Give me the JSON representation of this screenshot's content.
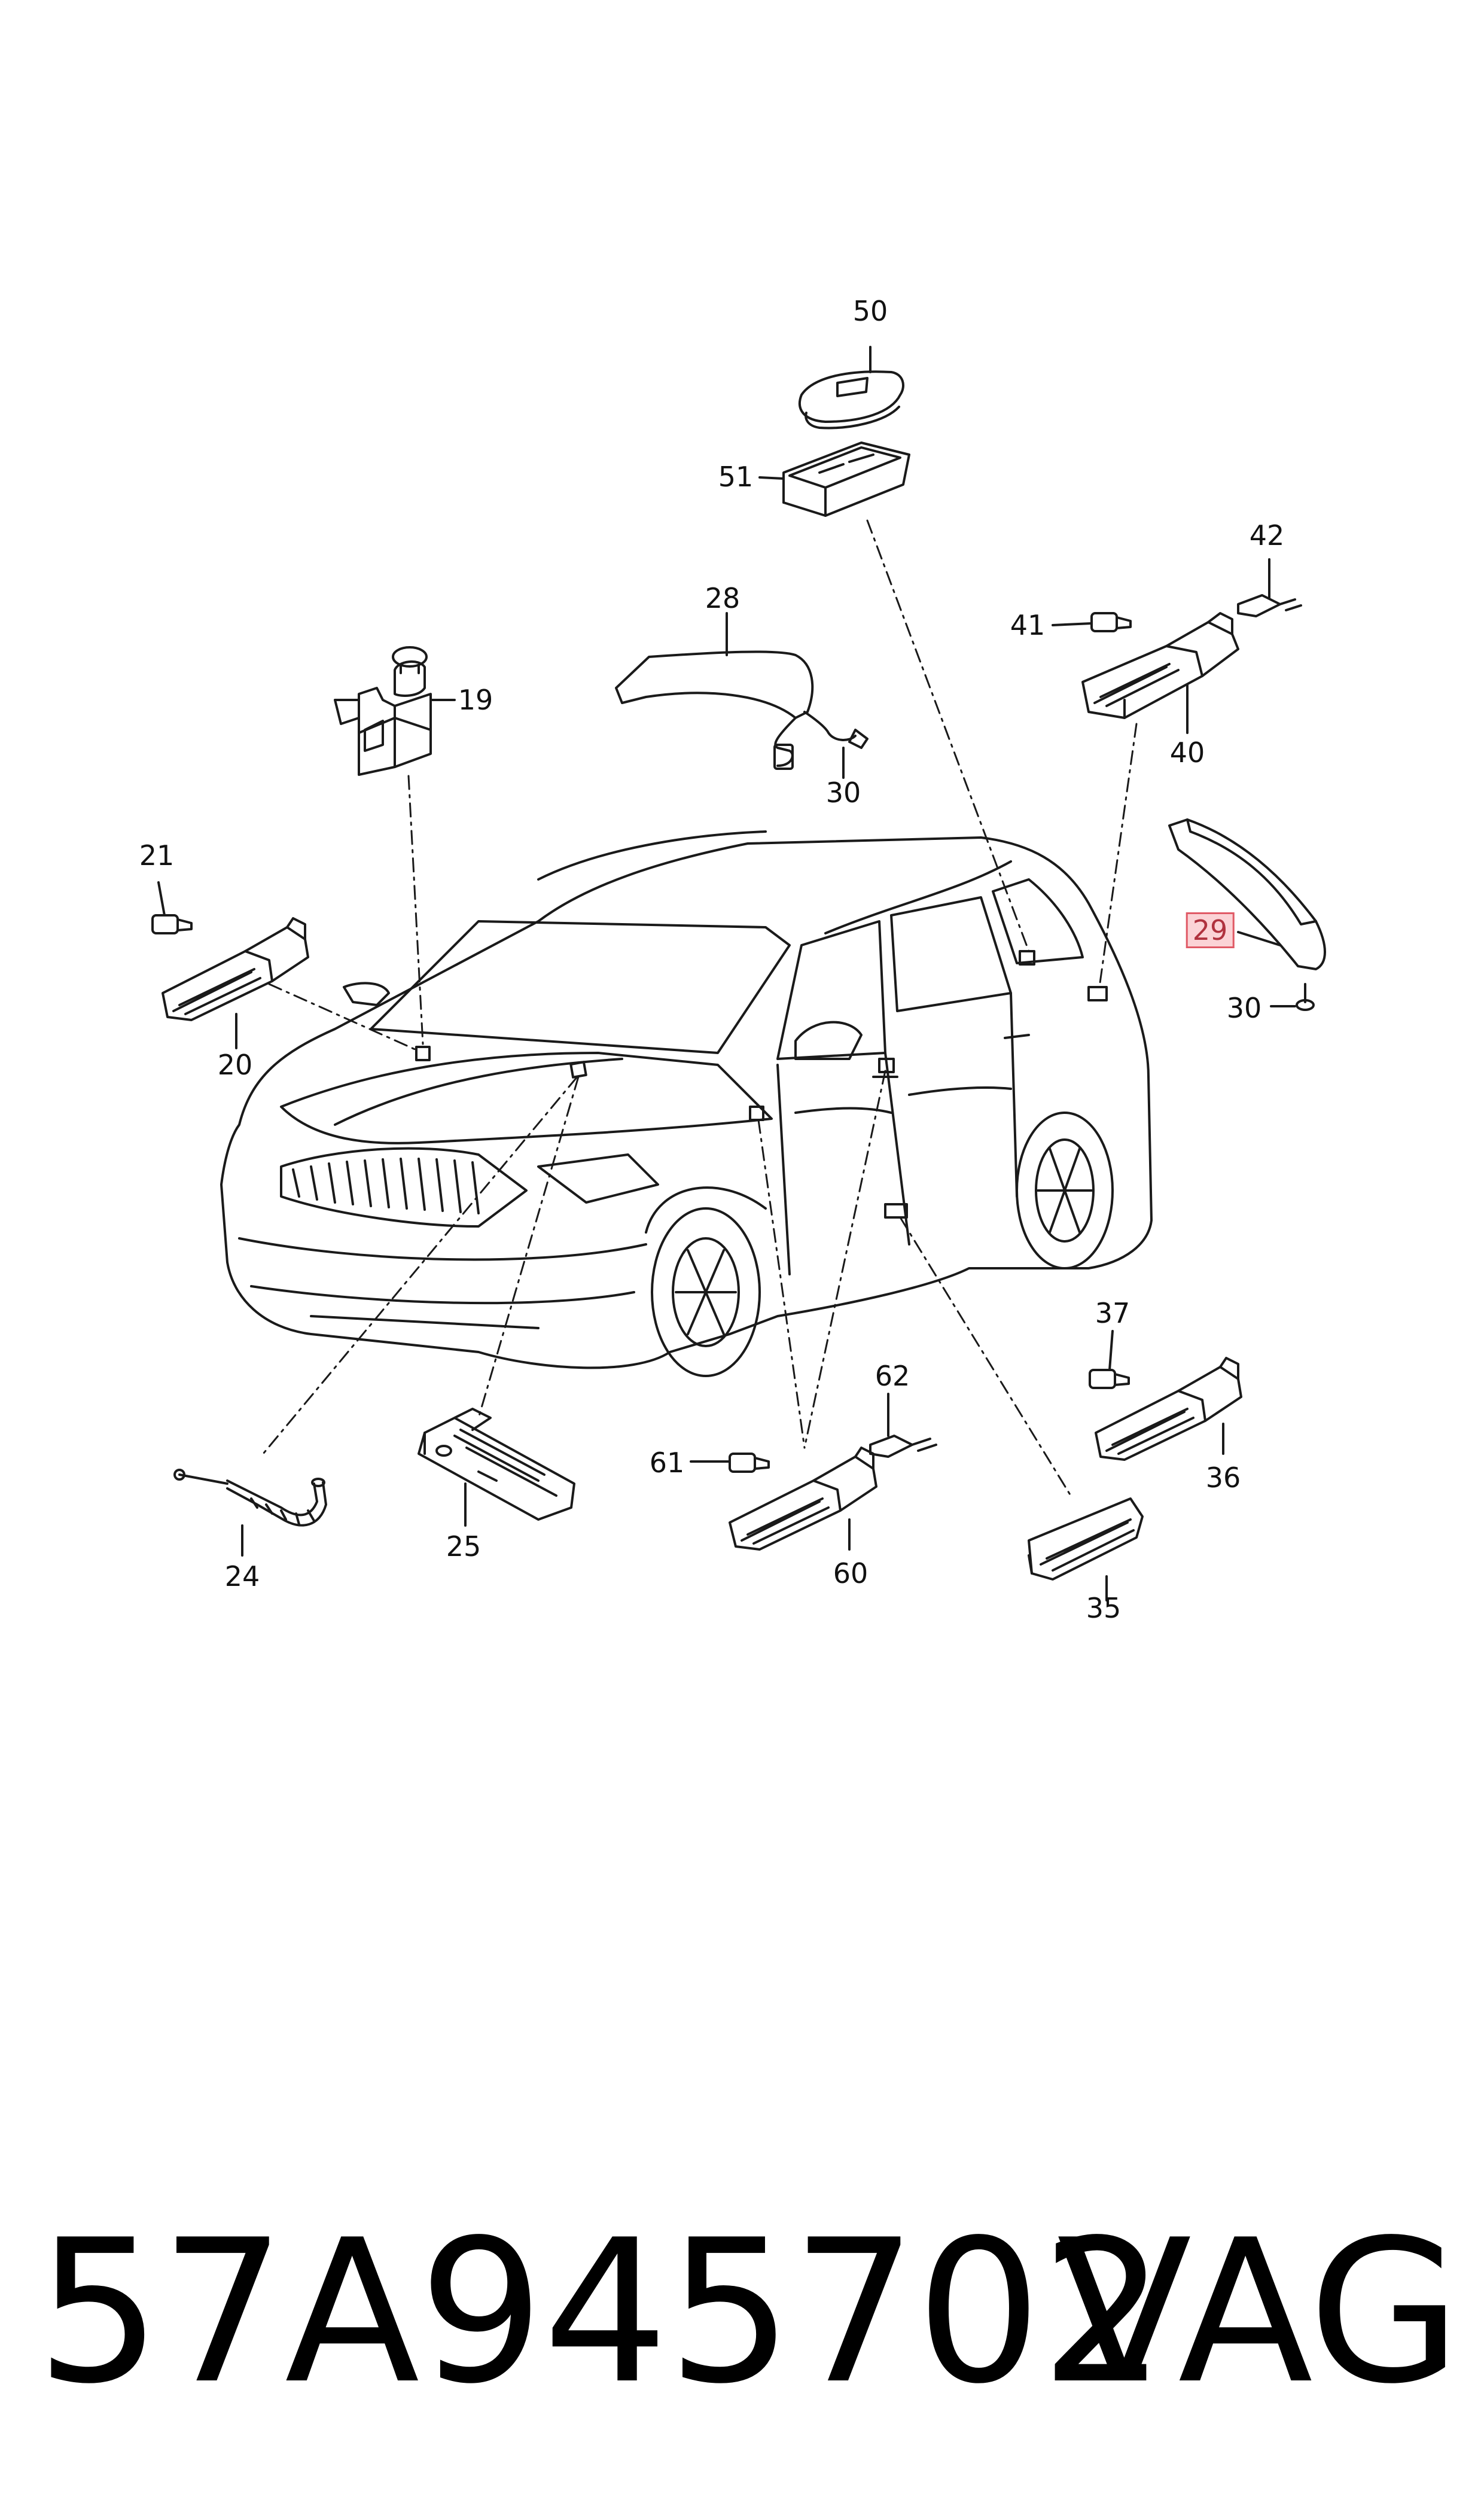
{
  "callouts": {
    "c50": "50",
    "c51": "51",
    "c28": "28",
    "c19": "19",
    "c30a": "30",
    "c41": "41",
    "c42": "42",
    "c40": "40",
    "c21": "21",
    "c20": "20",
    "c29": "29",
    "c30b": "30",
    "c37": "37",
    "c62": "62",
    "c61": "61",
    "c36": "36",
    "c24": "24",
    "c25": "25",
    "c60": "60",
    "c35": "35"
  },
  "highlight_color": "#fbd3d6",
  "footer": {
    "part_number": "57A945702",
    "brand": "VAG"
  }
}
